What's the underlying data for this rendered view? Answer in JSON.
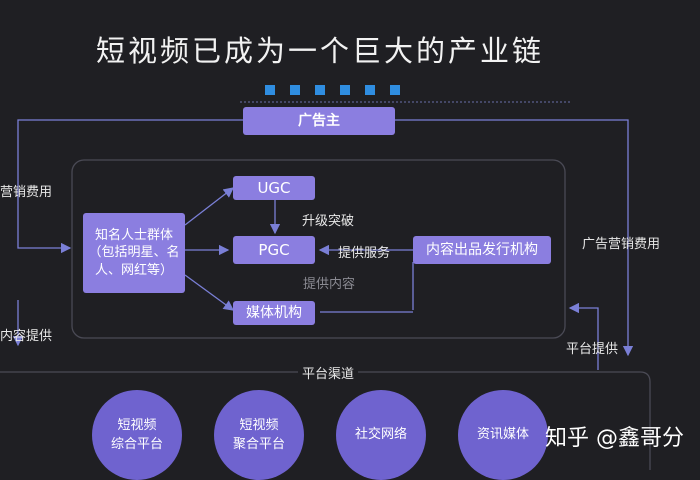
{
  "title": "短视频已成为一个巨大的产业链",
  "advertiser": "广告主",
  "celebrity": {
    "line1": "知名人士群体",
    "line2": "（包括明星、名",
    "line3": "人、网红等）"
  },
  "ugc": "UGC",
  "pgc": "PGC",
  "media_org": "媒体机构",
  "content_org": "内容出品发行机构",
  "labels": {
    "upgrade": "升级突破",
    "provide_service": "提供服务",
    "provide_content_inner": "提供内容",
    "ad_fee_left": "营销费用",
    "ad_fee_right": "广告营销费用",
    "content_provide_left": "内容提供",
    "platform_provide": "平台提供",
    "platform_channel": "平台渠道"
  },
  "platforms": [
    {
      "line1": "短视频",
      "line2": "综合平台"
    },
    {
      "line1": "短视频",
      "line2": "聚合平台"
    },
    {
      "line1": "社交网络",
      "line2": ""
    },
    {
      "line1": "资讯媒体",
      "line2": ""
    }
  ],
  "watermark": "知乎 @鑫哥分",
  "colors": {
    "background": "#1f1f23",
    "box": "#8b7ee0",
    "circle": "#6f63cf",
    "line": "#7a7fd6",
    "accent_dot": "#2f8de0"
  }
}
